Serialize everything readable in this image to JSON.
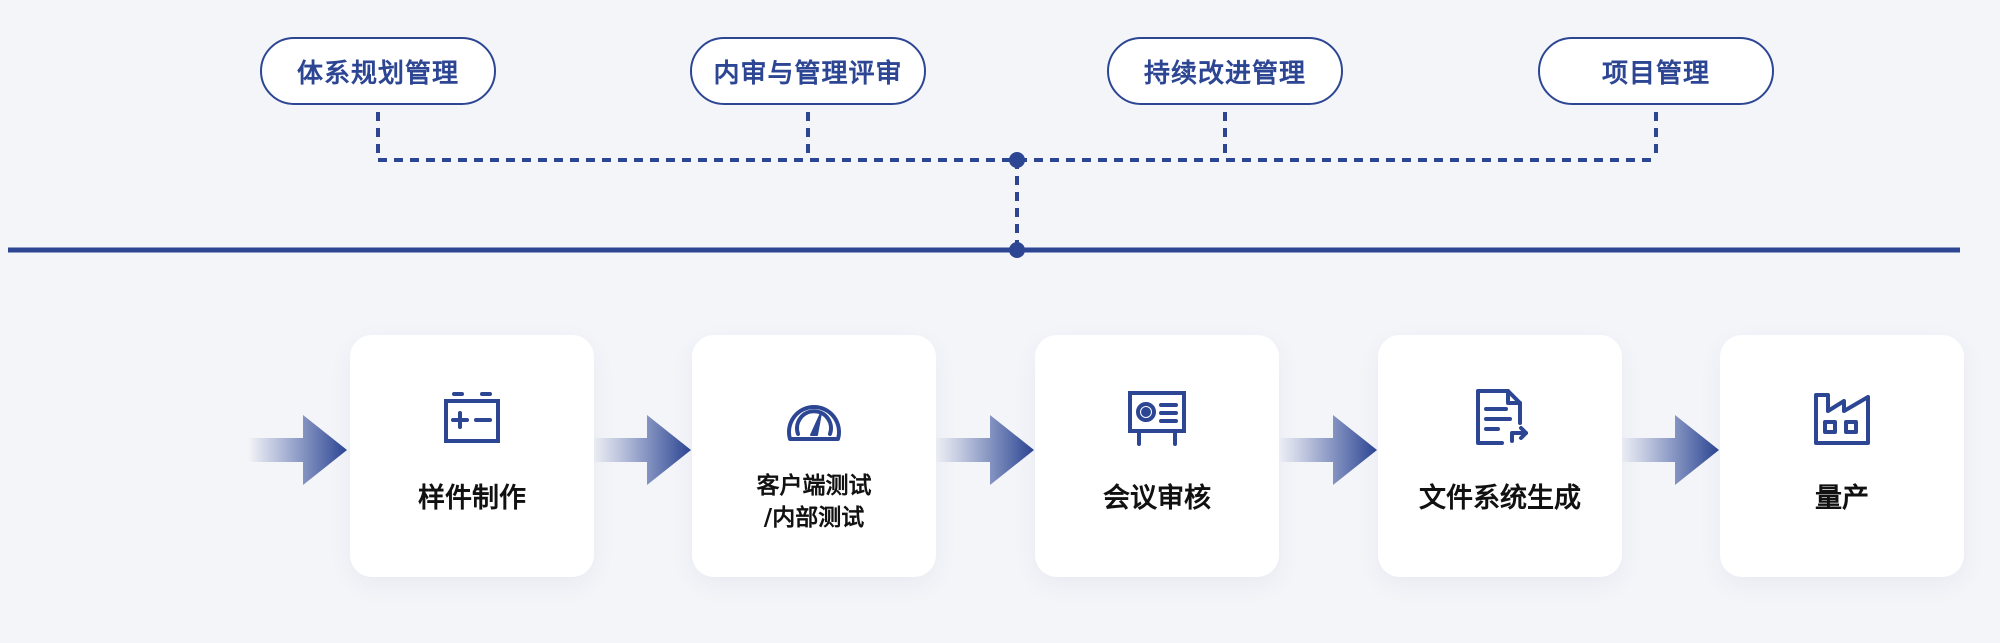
{
  "top_categories": [
    {
      "label": "体系规划管理"
    },
    {
      "label": "内审与管理评审"
    },
    {
      "label": "持续改进管理"
    },
    {
      "label": "项目管理"
    }
  ],
  "process_steps": [
    {
      "icon": "battery-icon",
      "lines": [
        "样件制作"
      ]
    },
    {
      "icon": "gauge-icon",
      "lines": [
        "客户端测试",
        "/内部测试"
      ]
    },
    {
      "icon": "presentation-board-icon",
      "lines": [
        "会议审核"
      ]
    },
    {
      "icon": "document-export-icon",
      "lines": [
        "文件系统生成"
      ]
    },
    {
      "icon": "factory-icon",
      "lines": [
        "量产"
      ]
    }
  ],
  "colors": {
    "accent": "#2d4694",
    "background": "#f4f5f9",
    "card": "#ffffff",
    "text": "#111111"
  }
}
